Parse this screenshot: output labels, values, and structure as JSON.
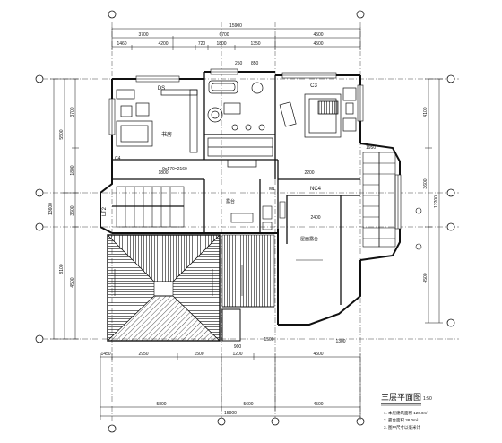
{
  "dimensions_top_total": "15900",
  "dimensions_top_chain1": [
    "3700",
    "6700",
    "4500"
  ],
  "dimensions_top_chain2": [
    "1460",
    "4200",
    "720",
    "1800",
    "1350",
    "4500"
  ],
  "dimensions_top_inner": [
    "1950",
    "250",
    "850"
  ],
  "dimensions_bottom_chain": [
    "1450",
    "2950",
    "1500",
    "1200",
    "4500"
  ],
  "dimensions_bottom_totals": [
    "5800",
    "5600",
    "4500"
  ],
  "dimensions_bottom_total": "15900",
  "dimensions_left": [
    "3700",
    "1800",
    "3600",
    "4500"
  ],
  "dimensions_left_totals": [
    "5500",
    "8100"
  ],
  "dimensions_left_total": "13600",
  "dimensions_right": [
    "4100",
    "3600",
    "4500"
  ],
  "dimensions_right_total": "12200",
  "dimensions_misc": [
    "1800",
    "2200",
    "900",
    "2400",
    "1500",
    "1300"
  ],
  "room_labels": {
    "study": "DS",
    "bedroom": "C3",
    "stair": "LT2",
    "closet": "NC4",
    "window_tag": "C4",
    "door_tag": "M1"
  },
  "annotations": {
    "beam": "9x170=2160",
    "terrace": "露台",
    "roof_terrace": "屋面露台",
    "library": "书房"
  },
  "drawing_title": "三层平面图",
  "drawing_scale": "1:50",
  "notes": [
    "1. 本层建筑面积 120.0m²",
    "2. 露台面积 38.0m²",
    "3. 图中尺寸以毫米计"
  ],
  "colors": {
    "line": "#111111",
    "background": "#ffffff"
  }
}
